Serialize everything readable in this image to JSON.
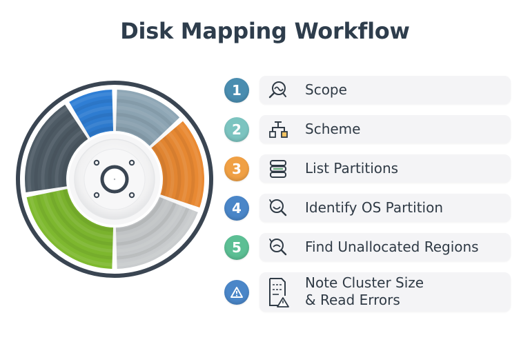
{
  "header": {
    "title": "Disk Mapping Workflow"
  },
  "disk": {
    "name": "disk-partition-wheel",
    "segments": [
      {
        "name": "blue-segment",
        "color": "#2f7fd6",
        "start": -122,
        "end": -90
      },
      {
        "name": "steel-segment",
        "color": "#8fa7b6",
        "start": -90,
        "end": -42
      },
      {
        "name": "orange-segment",
        "color": "#ea8a33",
        "start": -42,
        "end": 20
      },
      {
        "name": "light-gray-segment",
        "color": "#c9ccce",
        "start": 20,
        "end": 90
      },
      {
        "name": "green-segment",
        "color": "#7fba2f",
        "start": 90,
        "end": 170
      },
      {
        "name": "dark-slate-segment",
        "color": "#4f5c66",
        "start": 170,
        "end": 238
      }
    ],
    "ring_color": "#3a4552"
  },
  "steps": [
    {
      "number": "1",
      "label": "Scope",
      "badge_color": "#4a8db0",
      "icon": "magnifier-icon"
    },
    {
      "number": "2",
      "label": "Scheme",
      "badge_color": "#7cc4c0",
      "icon": "hierarchy-icon"
    },
    {
      "number": "3",
      "label": "List Partitions",
      "badge_color": "#f0a044",
      "icon": "stack-list-icon"
    },
    {
      "number": "4",
      "label": "Identify OS Partition",
      "badge_color": "#4a86c8",
      "icon": "search-face-icon"
    },
    {
      "number": "5",
      "label": "Find Unallocated Regions",
      "badge_color": "#5cbf94",
      "icon": "search-face-icon"
    },
    {
      "number": "⚠",
      "label_line1": "Note Cluster Size",
      "label_line2": "& Read Errors",
      "badge_color": "#4a86c8",
      "icon": "document-warning-icon"
    }
  ]
}
